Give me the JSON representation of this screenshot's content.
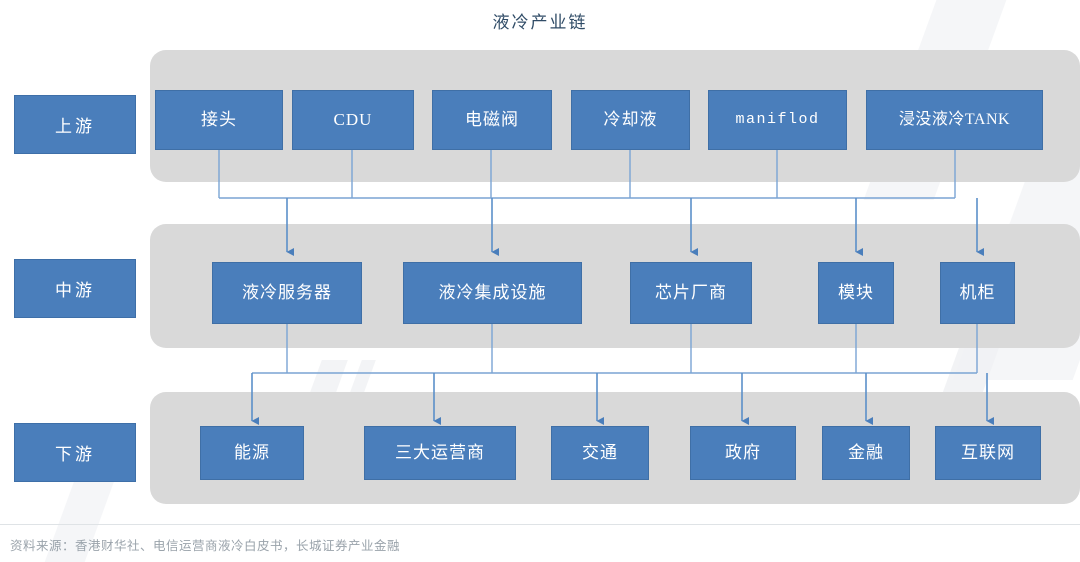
{
  "title": "液冷产业链",
  "source_note": "资料来源：香港财华社、电信运营商液冷白皮书，长城证券产业金融",
  "colors": {
    "node_fill": "#4a7ebb",
    "node_border": "#3f6fa6",
    "band_fill": "#d9d9d9",
    "connector": "#5b8fc9",
    "title_text": "#2f4b66",
    "source_text": "#9aa3ab",
    "page_background": "#ffffff"
  },
  "tiers": [
    {
      "key": "upstream",
      "label": "上游",
      "nodes": [
        {
          "label": "接头"
        },
        {
          "label": "CDU"
        },
        {
          "label": "电磁阀"
        },
        {
          "label": "冷却液"
        },
        {
          "label": "maniflod"
        },
        {
          "label": "浸没液冷TANK"
        }
      ]
    },
    {
      "key": "midstream",
      "label": "中游",
      "nodes": [
        {
          "label": "液冷服务器"
        },
        {
          "label": "液冷集成设施"
        },
        {
          "label": "芯片厂商"
        },
        {
          "label": "模块"
        },
        {
          "label": "机柜"
        }
      ]
    },
    {
      "key": "downstream",
      "label": "下游",
      "nodes": [
        {
          "label": "能源"
        },
        {
          "label": "三大运营商"
        },
        {
          "label": "交通"
        },
        {
          "label": "政府"
        },
        {
          "label": "金融"
        },
        {
          "label": "互联网"
        }
      ]
    }
  ]
}
